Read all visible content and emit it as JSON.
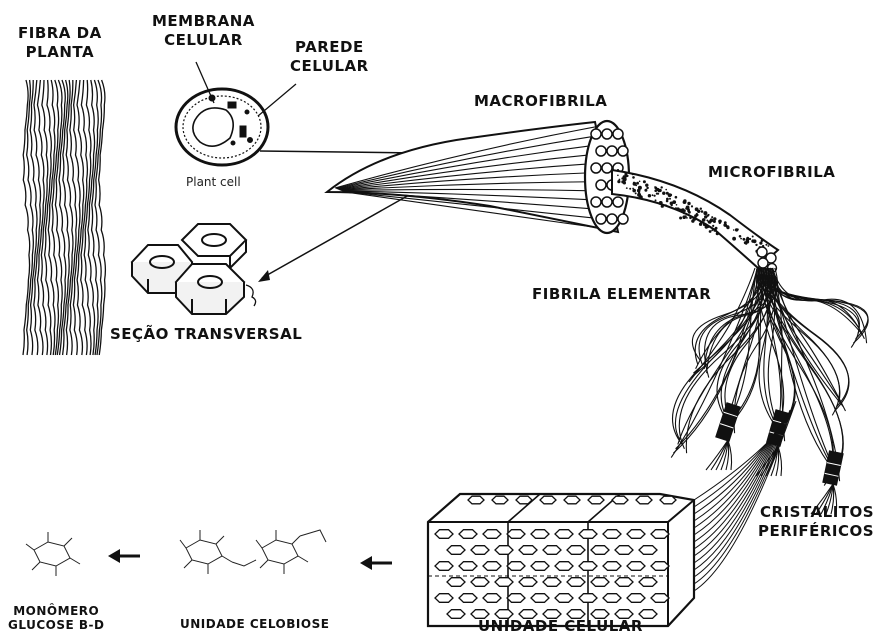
{
  "labels": {
    "fibra_planta": [
      "FIBRA DA",
      "PLANTA"
    ],
    "membrana": [
      "MEMBRANA",
      "CELULAR"
    ],
    "parede": [
      "PAREDE",
      "CELULAR"
    ],
    "plant_cell": "Plant cell",
    "macrofibrila": "MACROFIBRILA",
    "microfibrila": "MICROFIBRILA",
    "fibrila_elementar": "FIBRILA ELEMENTAR",
    "secao": "SEÇÃO TRANSVERSAL",
    "cristalitos": [
      "CRISTALITOS",
      "PERIFÉRICOS"
    ],
    "unidade_celular": "UNIDADE CELULAR",
    "unidade_celobiose": "UNIDADE CELOBIOSE",
    "monomero": [
      "MONÔMERO",
      "GLUCOSE B-D"
    ]
  },
  "colors": {
    "ink": "#111111",
    "paper": "#ffffff"
  }
}
